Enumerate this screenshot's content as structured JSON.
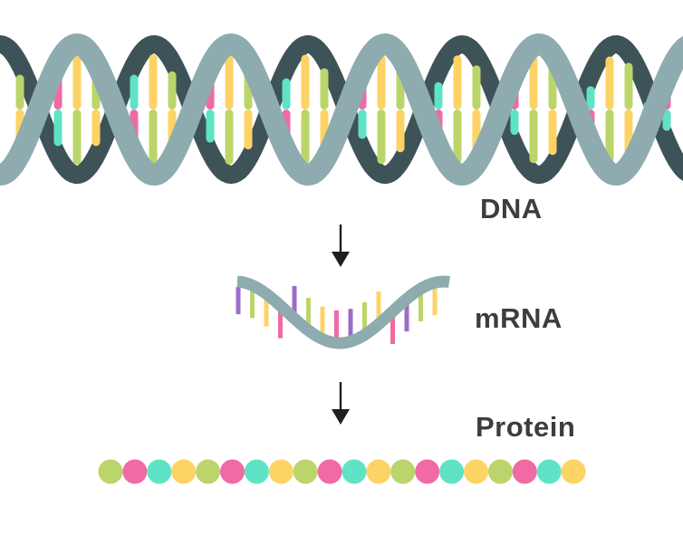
{
  "labels": {
    "dna": "DNA",
    "mrna": "mRNA",
    "protein": "Protein"
  },
  "colors": {
    "strand_front": "#8eabaf",
    "strand_back": "#3e5357",
    "arrow": "#1f1f1f",
    "label_text": "#3d3d3d",
    "base_pink": "#f06aa4",
    "base_teal": "#5fe3c6",
    "base_yellow": "#fdd366",
    "base_green": "#bcd56a",
    "base_purple": "#9b6dc7"
  },
  "protein_beads": [
    "green",
    "pink",
    "teal",
    "yellow",
    "green",
    "pink",
    "teal",
    "yellow",
    "green",
    "pink",
    "teal",
    "yellow",
    "green",
    "pink",
    "teal",
    "yellow",
    "green",
    "pink",
    "teal",
    "yellow"
  ]
}
